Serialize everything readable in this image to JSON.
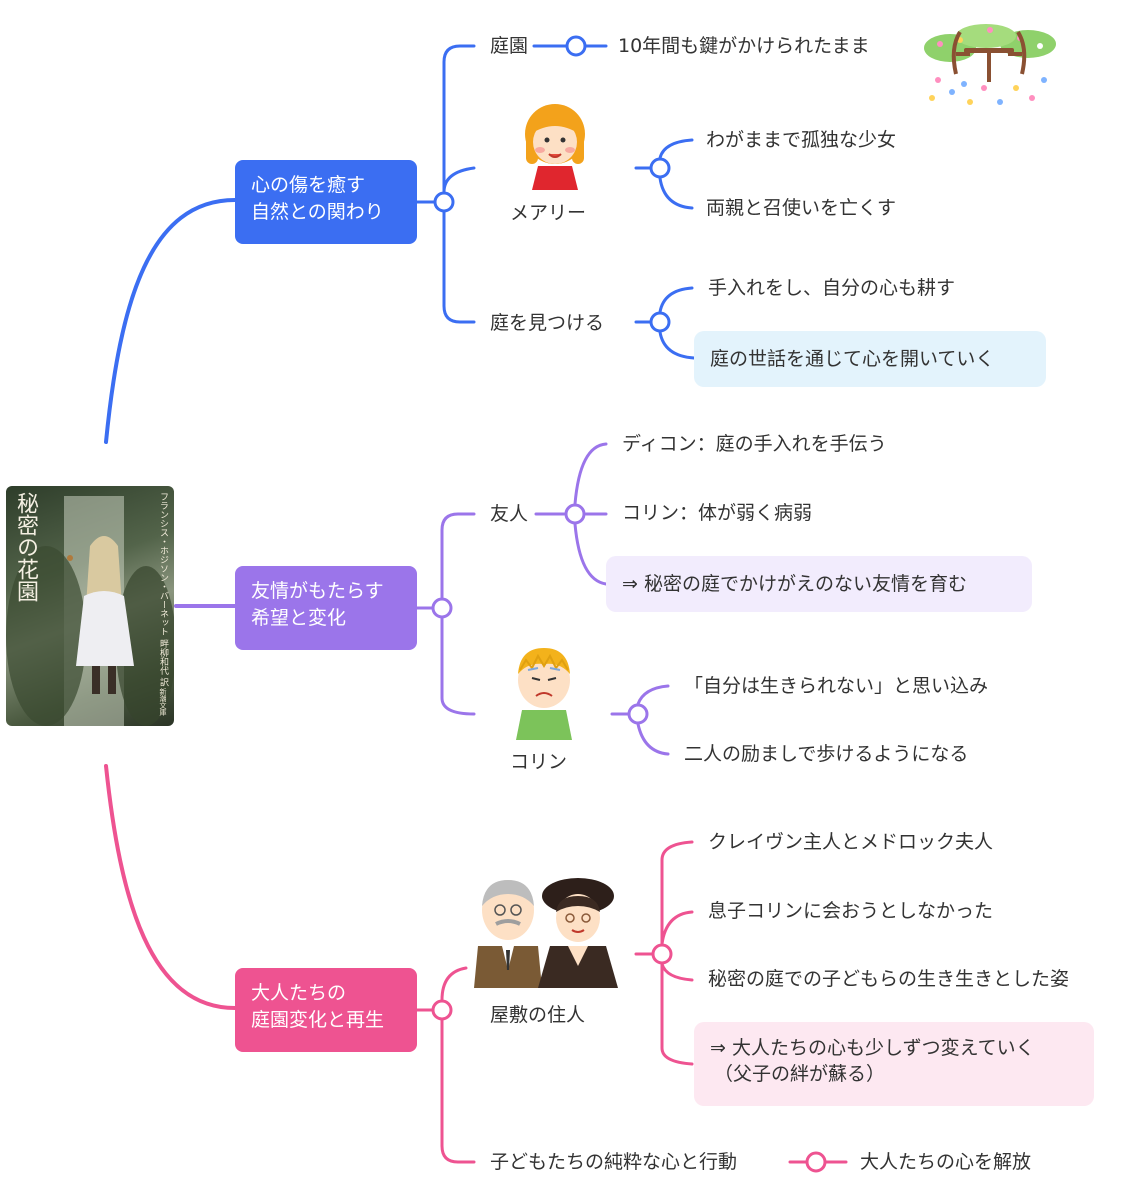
{
  "book": {
    "title": "秘密の花園",
    "author": "フランシス・ホジソン・バーネット 畔柳和代 訳",
    "publisher": "新潮文庫"
  },
  "branches": [
    {
      "label": "心の傷を癒す\n自然との関わり",
      "color": "#3b6ef2"
    },
    {
      "label": "友情がもたらす\n希望と変化",
      "color": "#9b75ea"
    },
    {
      "label": "大人たちの\n庭園変化と再生",
      "color": "#ee5391"
    }
  ],
  "nodes": {
    "garden": "庭園",
    "garden_detail": "10年間も鍵がかけられたまま",
    "mary": "メアリー",
    "mary_1": "わがままで孤独な少女",
    "mary_2": "両親と召使いを亡くす",
    "find_garden": "庭を見つける",
    "find_1": "手入れをし、自分の心も耕す",
    "find_2": "庭の世話を通じて心を開いていく",
    "friends": "友人",
    "friends_1": "ディコン：庭の手入れを手伝う",
    "friends_2": "コリン：体が弱く病弱",
    "friends_3": "⇒ 秘密の庭でかけがえのない友情を育む",
    "colin": "コリン",
    "colin_1": "「自分は生きられない」と思い込み",
    "colin_2": "二人の励ましで歩けるようになる",
    "residents": "屋敷の住人",
    "res_1": "クレイヴン主人とメドロック夫人",
    "res_2": "息子コリンに会おうとしなかった",
    "res_3": "秘密の庭での子どもらの生き生きとした姿",
    "res_4a": "⇒ 大人たちの心も少しずつ変えていく",
    "res_4b": "（父子の絆が蘇る）",
    "children": "子どもたちの純粋な心と行動",
    "children_detail": "大人たちの心を解放"
  }
}
